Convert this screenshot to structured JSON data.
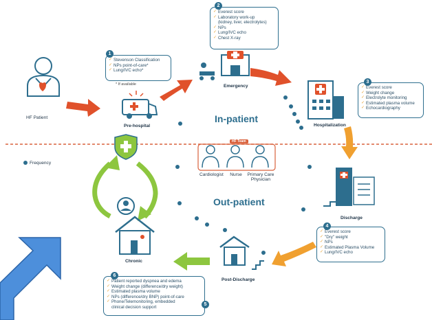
{
  "sections": {
    "inpatient": "In-patient",
    "outpatient": "Out-patient"
  },
  "legend": {
    "label": "Frequency"
  },
  "team": {
    "title": "HF Team",
    "members": [
      "Cardiologist",
      "Nurse",
      "Primary Care\nPhysician"
    ]
  },
  "nodes": {
    "patient": "HF Patient",
    "prehospital": "Pre-hospital",
    "emergency": "Emergency",
    "hospitalization": "Hospitalization",
    "discharge": "Discharge",
    "postdischarge": "Post-Discharge",
    "chronic": "Chronic"
  },
  "boxes": [
    {
      "number": "1",
      "items": [
        "Stevenson Classification",
        "NPs point-of-care*",
        "Lung/IVC echo*"
      ],
      "note": "* If available"
    },
    {
      "number": "2",
      "items": [
        "Everest score",
        "Laboratory work-up\n(kidney, liver, electrolytes)",
        "NPs",
        "Lung/IVC echo",
        "Chest X-ray"
      ]
    },
    {
      "number": "3",
      "items": [
        "Everest score",
        "Weight change",
        "Electrolyte monitoring",
        "Estimated plasma volume",
        "Echocardiography"
      ]
    },
    {
      "number": "4",
      "items": [
        "Everest score",
        "\"Dry\" weight",
        "NPs",
        "Estimated Plasma Volume",
        "Lung/IVC echo"
      ]
    },
    {
      "number": "6",
      "number2": "5",
      "items": [
        "Patient reported dyspnea and edema",
        "Weight change (difference/dry weight)",
        "Estimated plasma volume",
        "NPs (difference/dry BNP) point-of-care",
        "Phone/Telemonitoring, embedded\nclinical decision support"
      ]
    }
  ],
  "colors": {
    "accent": "#2d6e8e",
    "arrow_red": "#e0512b",
    "arrow_orange": "#f0a030",
    "arrow_green": "#8dc63f",
    "dashed_line": "#d9603b",
    "big_arrow": "#4d8fdb"
  }
}
